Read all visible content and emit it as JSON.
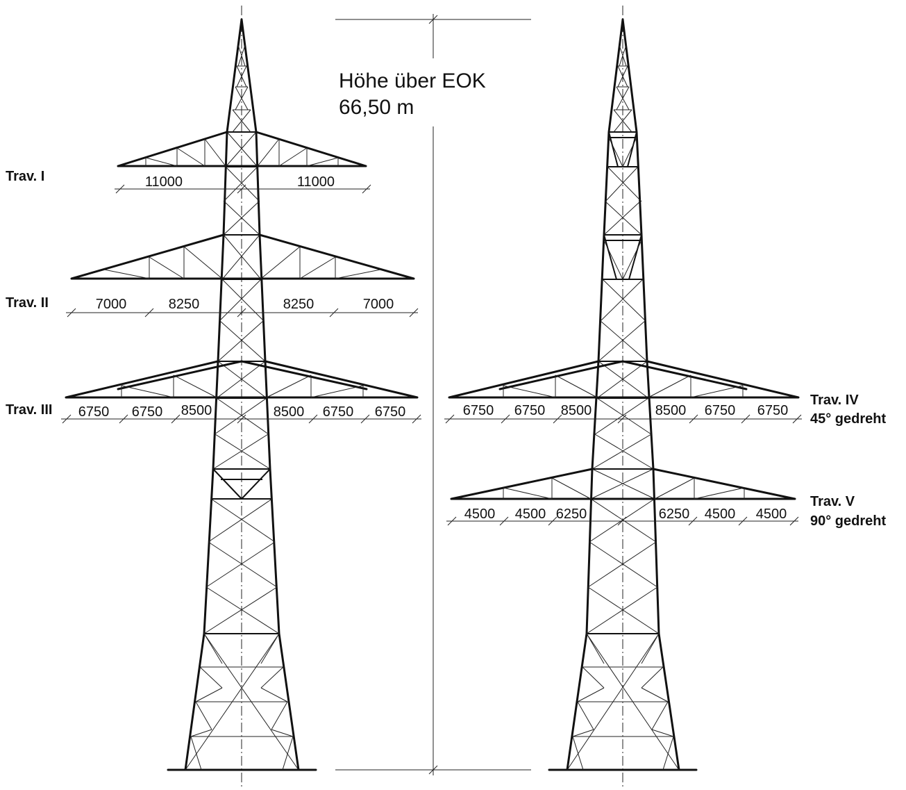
{
  "height_label": {
    "line1": "Höhe über EOK",
    "line2": "66,50 m"
  },
  "crossarms": [
    {
      "id": "trav-1",
      "label": "Trav. I",
      "sub": "",
      "dims": [
        "11000",
        "11000"
      ]
    },
    {
      "id": "trav-2",
      "label": "Trav. II",
      "sub": "",
      "dims": [
        "7000",
        "8250",
        "8250",
        "7000"
      ]
    },
    {
      "id": "trav-3",
      "label": "Trav. III",
      "sub": "",
      "dims": [
        "6750",
        "6750",
        "8500",
        "8500",
        "6750",
        "6750"
      ]
    },
    {
      "id": "trav-4",
      "label": "Trav. IV",
      "sub": "45° gedreht",
      "dims": [
        "6750",
        "6750",
        "8500",
        "8500",
        "6750",
        "6750"
      ]
    },
    {
      "id": "trav-5",
      "label": "Trav. V",
      "sub": "90° gedreht",
      "dims": [
        "4500",
        "4500",
        "6250",
        "6250",
        "4500",
        "4500"
      ]
    }
  ]
}
